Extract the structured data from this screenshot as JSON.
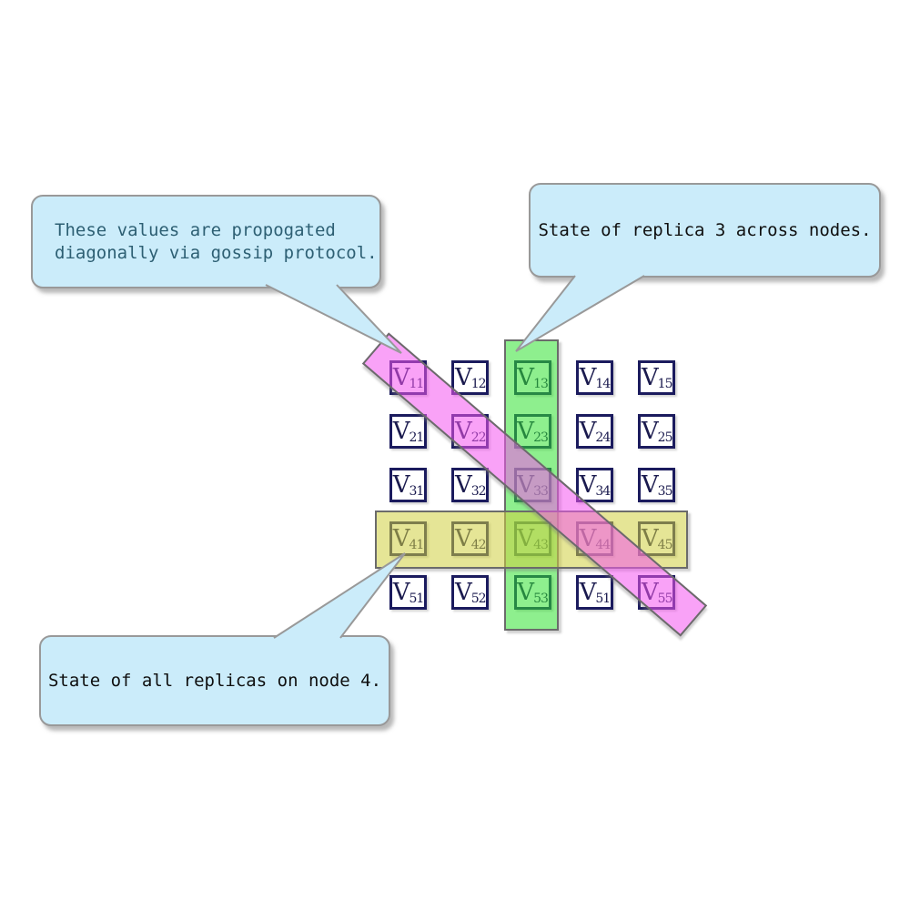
{
  "figure_type": "replicated-state-matrix-diagram",
  "grid": {
    "rows": 5,
    "cols": 5,
    "cells": [
      [
        "V11",
        "V12",
        "V13",
        "V14",
        "V15"
      ],
      [
        "V21",
        "V22",
        "V23",
        "V24",
        "V25"
      ],
      [
        "V31",
        "V32",
        "V33",
        "V34",
        "V35"
      ],
      [
        "V41",
        "V42",
        "V43",
        "V44",
        "V45"
      ],
      [
        "V51",
        "V52",
        "V53",
        "V51",
        "V55"
      ]
    ]
  },
  "callouts": [
    {
      "id": "gossip",
      "lines": [
        "These values are propogated",
        "diagonally via gossip protocol."
      ]
    },
    {
      "id": "replica",
      "lines": [
        "State of replica 3 across nodes."
      ]
    },
    {
      "id": "node",
      "lines": [
        "State of all replicas on node 4."
      ]
    }
  ],
  "highlights": {
    "column_3": {
      "fill_over_white": "#8eee8e"
    },
    "row_4": {
      "fill_over_white": "#e5e596"
    },
    "diagonal": {
      "fill_over_white": "#f9a4f7"
    }
  },
  "colors": {
    "canvas_bg": "#ffffff",
    "cell_border": "#1b1b5e",
    "cell_text": "#1a1a4e",
    "green_fill": "rgba(50,225,50,0.55)",
    "yellow_fill": "rgba(208,208,64,0.55)",
    "pink_fill": "rgba(244,85,240,0.55)",
    "overlay_border": "#6b6b6b",
    "callout_bg": "#cbecfa",
    "callout_border": "#999999",
    "callout_text_teal": "#2d5f73",
    "callout_text_dark": "#0f0f0f"
  }
}
